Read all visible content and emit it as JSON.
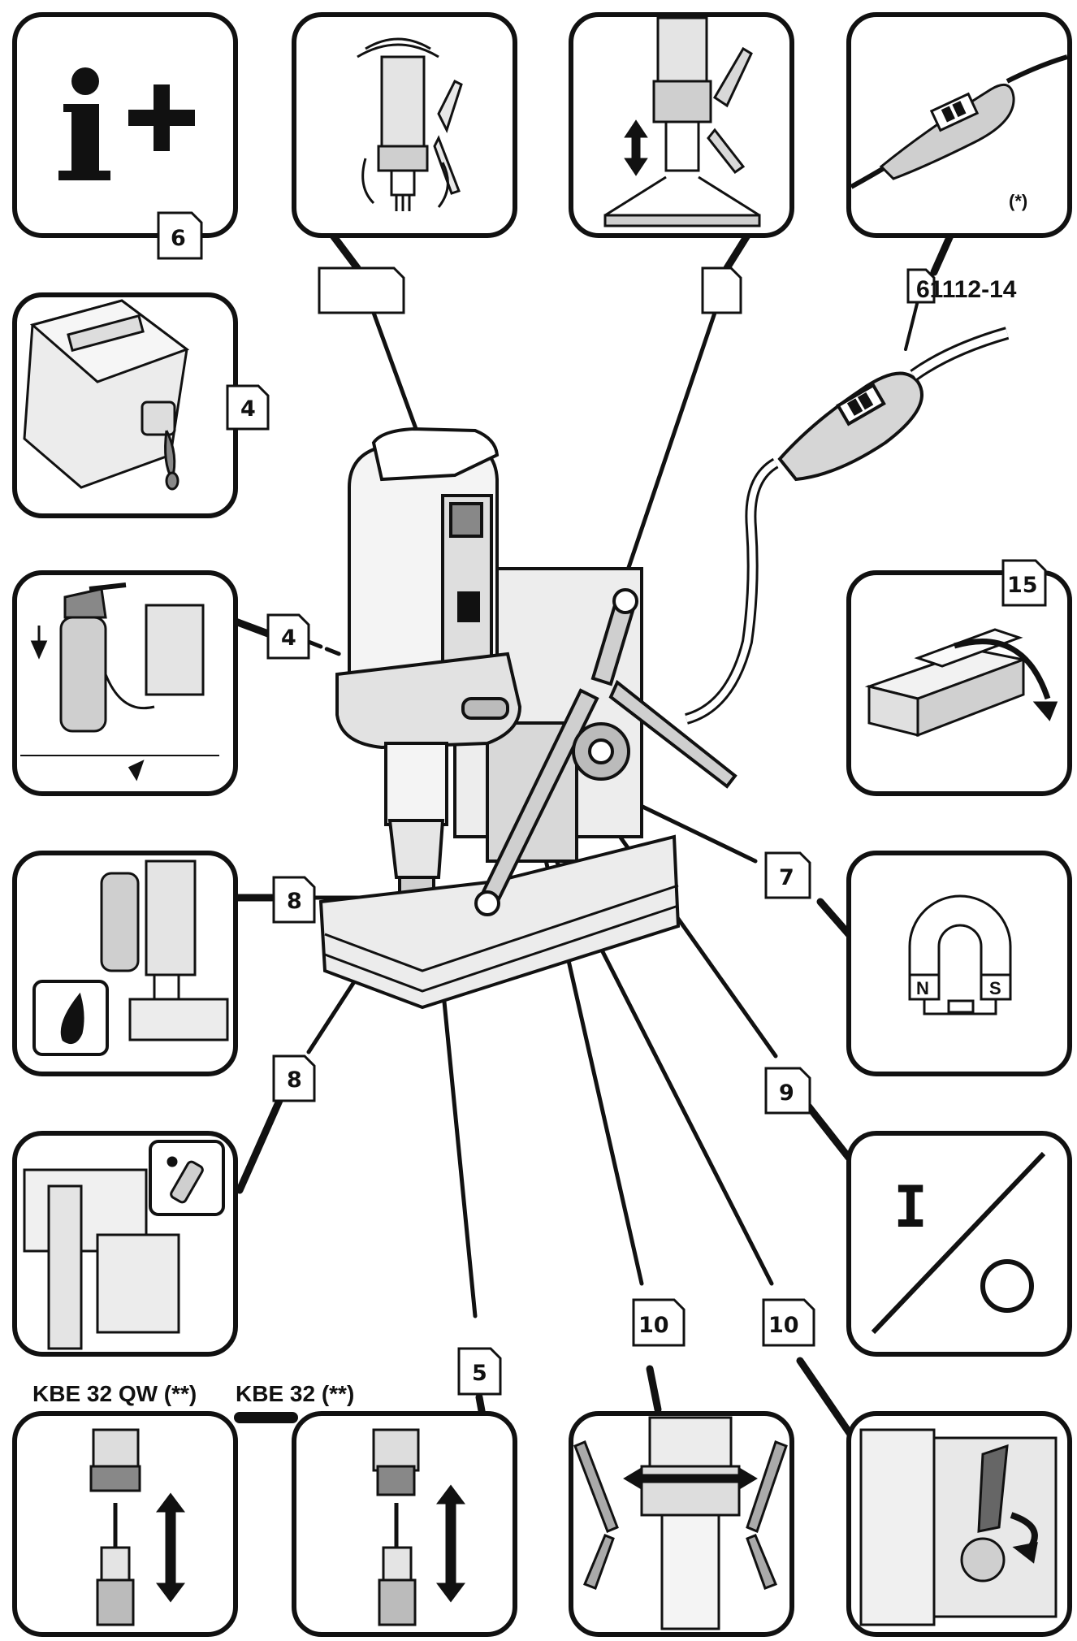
{
  "top_labels": {
    "info_ref": "6",
    "accessory_code": "61112-14",
    "accessory_note": "(*)",
    "storage_ref": "15"
  },
  "callouts": {
    "oil_ref": "4",
    "coolant_ref": "4",
    "lubricate_ref": "8",
    "spray_ref": "8",
    "magnet_ref": "7",
    "switch_ref": "9",
    "arbor_ref": "5",
    "handle_ref_left": "10",
    "handle_ref_right": "10"
  },
  "magnet_poles": {
    "north": "N",
    "south": "S"
  },
  "switch_symbols": {
    "on": "I",
    "off": "O"
  },
  "models": {
    "left": "KBE 32 QW (**)",
    "right": "KBE 32 (**)"
  },
  "colors": {
    "line": "#111111",
    "fill_light": "#f0f0f0",
    "fill_mid": "#cfcfcf",
    "background": "#ffffff"
  }
}
